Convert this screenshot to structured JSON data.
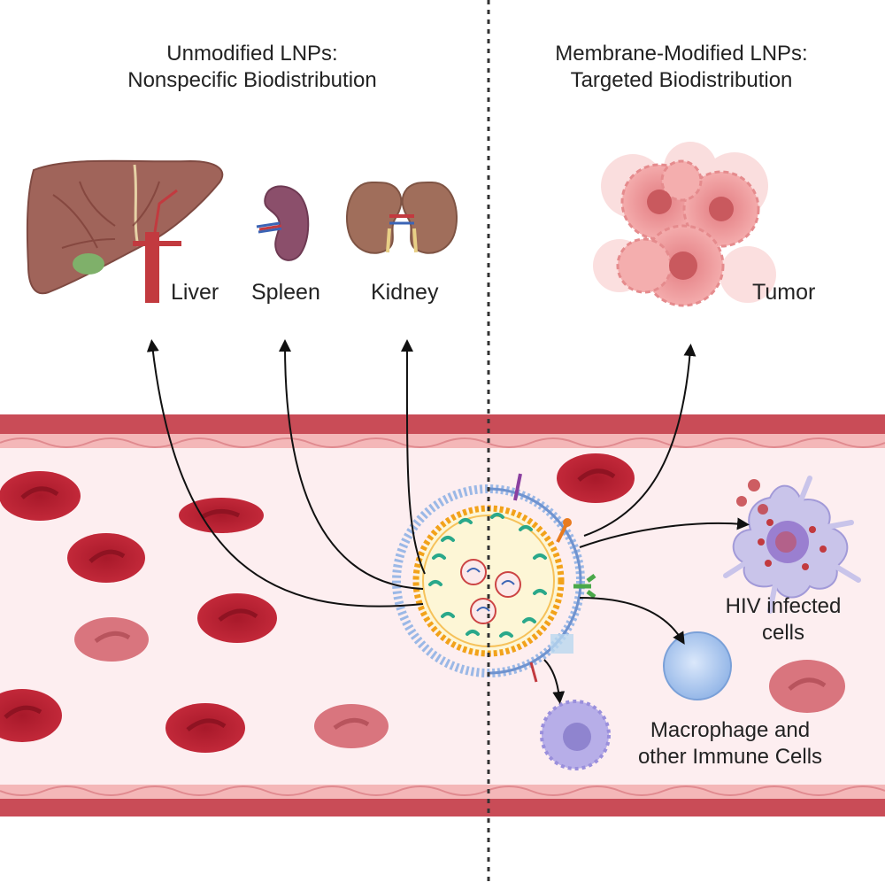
{
  "left_panel": {
    "title_line1": "Unmodified LNPs:",
    "title_line2": "Nonspecific Biodistribution",
    "organs": [
      "Liver",
      "Spleen",
      "Kidney"
    ]
  },
  "right_panel": {
    "title_line1": "Membrane-Modified LNPs:",
    "title_line2": "Targeted Biodistribution",
    "tumor_label": "Tumor",
    "hiv_line1": "HIV infected",
    "hiv_line2": "cells",
    "immune_line1": "Macrophage and",
    "immune_line2": "other Immune Cells"
  },
  "colors": {
    "vessel_wall": "#c94c57",
    "vessel_lumen": "#fdeef0",
    "rbc": "#c42335",
    "rbc_pale": "#d9757e",
    "liver": "#a0645a",
    "tumor": "#f3a3a3",
    "hiv_cell": "#c9c4ea",
    "immune_cell": "#a9c6ef",
    "macrophage": "#b7aee8",
    "lnp_shell": "#f2a21a",
    "divider": "#333333"
  }
}
